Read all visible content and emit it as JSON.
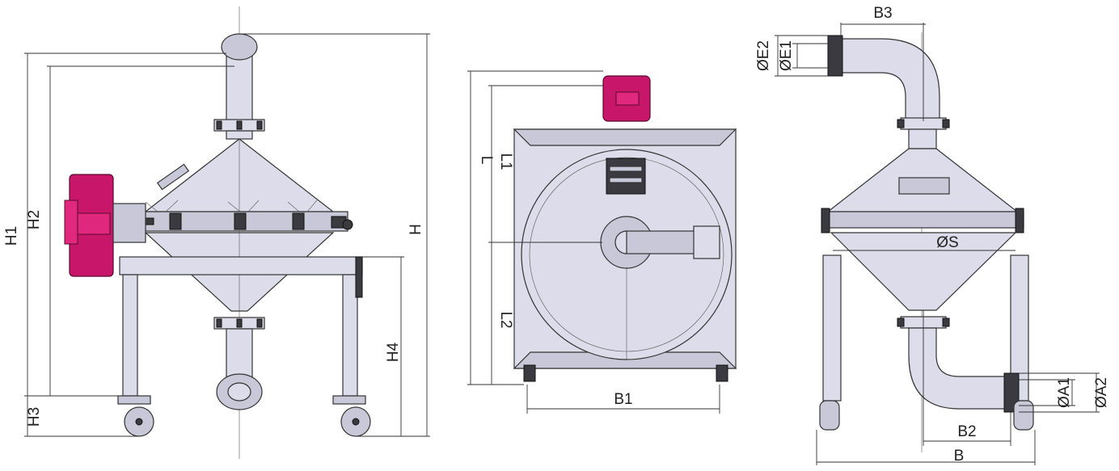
{
  "front_view": {
    "labels": {
      "H1": "H1",
      "H2": "H2",
      "H3": "H3",
      "H4": "H4",
      "H": "H"
    }
  },
  "top_view": {
    "labels": {
      "L": "L",
      "L1": "L1",
      "L2": "L2",
      "B1": "B1"
    }
  },
  "side_view": {
    "labels": {
      "B3": "B3",
      "E2": "ØE2",
      "E1": "ØE1",
      "S": "ØS",
      "A1": "ØA1",
      "A2": "ØA2",
      "B2": "B2",
      "B": "B"
    }
  },
  "colors": {
    "motor": "#c8166a",
    "steel": "#dcdcea"
  }
}
